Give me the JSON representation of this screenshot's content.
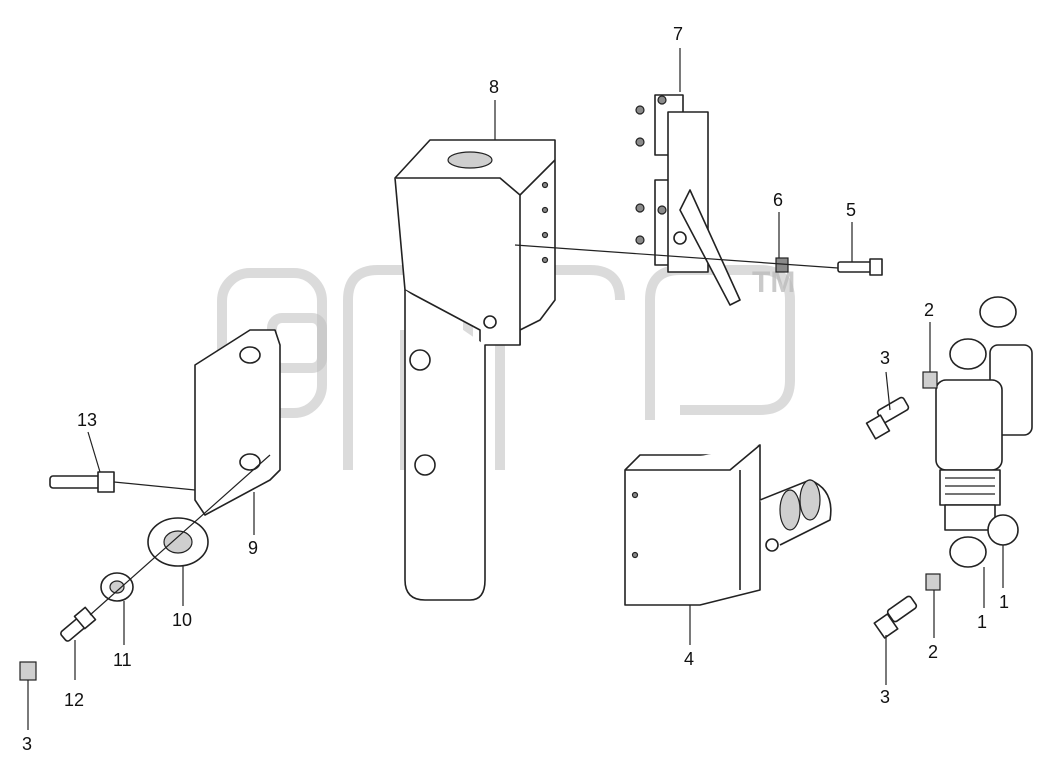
{
  "drawing": {
    "callouts": {
      "c1a": "1",
      "c1b": "1",
      "c2a": "2",
      "c2b": "2",
      "c3a": "3",
      "c3b": "3",
      "c3c": "3",
      "c4": "4",
      "c5": "5",
      "c6": "6",
      "c7": "7",
      "c8": "8",
      "c9": "9",
      "c10": "10",
      "c11": "11",
      "c12": "12",
      "c13": "13"
    },
    "watermark_tm": "TM"
  }
}
